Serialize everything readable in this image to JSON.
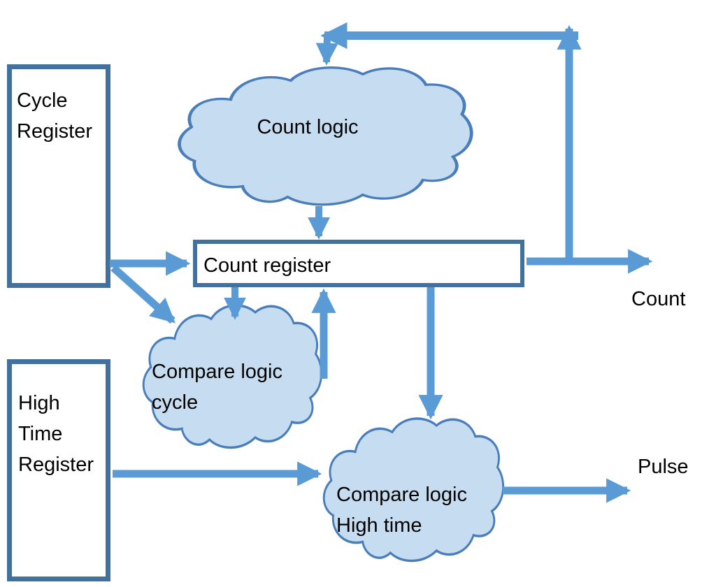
{
  "nodes": {
    "cycle_register": "Cycle Register",
    "count_logic": "Count logic",
    "count_register": "Count register",
    "compare_logic_cycle": "Compare logic cycle",
    "high_time_register": "High Time Register",
    "compare_logic_high_time": "Compare logic High time"
  },
  "outputs": {
    "count": "Count",
    "pulse": "Pulse"
  },
  "edges": [
    {
      "from": "Cycle Register",
      "to": "Count register"
    },
    {
      "from": "Cycle Register",
      "to": "Compare logic cycle"
    },
    {
      "from": "Count logic",
      "to": "Count register"
    },
    {
      "from": "Count register",
      "to": "Compare logic cycle"
    },
    {
      "from": "Compare logic cycle",
      "to": "Count register"
    },
    {
      "from": "Count register",
      "to": "Compare logic High time"
    },
    {
      "from": "Count register",
      "to": "Count"
    },
    {
      "from": "Count register",
      "to": "Count logic"
    },
    {
      "from": "High Time Register",
      "to": "Compare logic High time"
    },
    {
      "from": "Compare logic High time",
      "to": "Pulse"
    }
  ],
  "colors": {
    "arrow": "#5B9BD5",
    "box_border": "#41719C",
    "cloud_fill": "#C6DCF0",
    "cloud_stroke": "#4A7EBB",
    "text": "#000000",
    "background": "#FFFFFF"
  }
}
